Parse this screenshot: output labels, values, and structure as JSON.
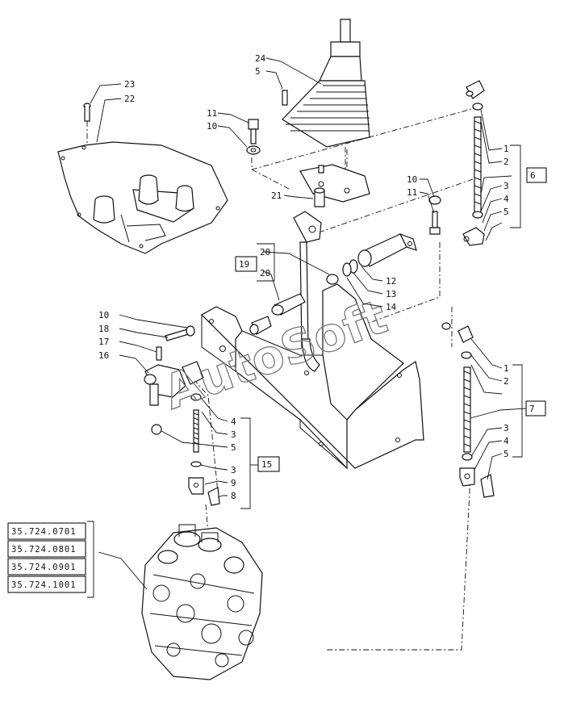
{
  "diagram": {
    "watermark": "AutoSoft",
    "callouts": {
      "c23": "23",
      "c22": "22",
      "c24": "24",
      "c5a": "5",
      "c11a": "11",
      "c10a": "10",
      "c21": "21",
      "c10b": "10",
      "c11b": "11",
      "c1a": "1",
      "c2a": "2",
      "c3a": "3",
      "c4a": "4",
      "c5b": "5",
      "c20a": "20",
      "c20b": "20",
      "c19": "19",
      "c12": "12",
      "c13": "13",
      "c14": "14",
      "c10c": "10",
      "c18": "18",
      "c17": "17",
      "c16": "16",
      "c4b": "4",
      "c3b": "3",
      "c5c": "5",
      "c3c": "3",
      "c9": "9",
      "c8": "8",
      "c15": "15",
      "c1b": "1",
      "c2b": "2",
      "c3d": "3",
      "c4c": "4",
      "c5d": "5",
      "c6": "6",
      "c7": "7"
    },
    "references": [
      "35.724.0701",
      "35.724.0801",
      "35.724.0901",
      "35.724.1001"
    ]
  }
}
